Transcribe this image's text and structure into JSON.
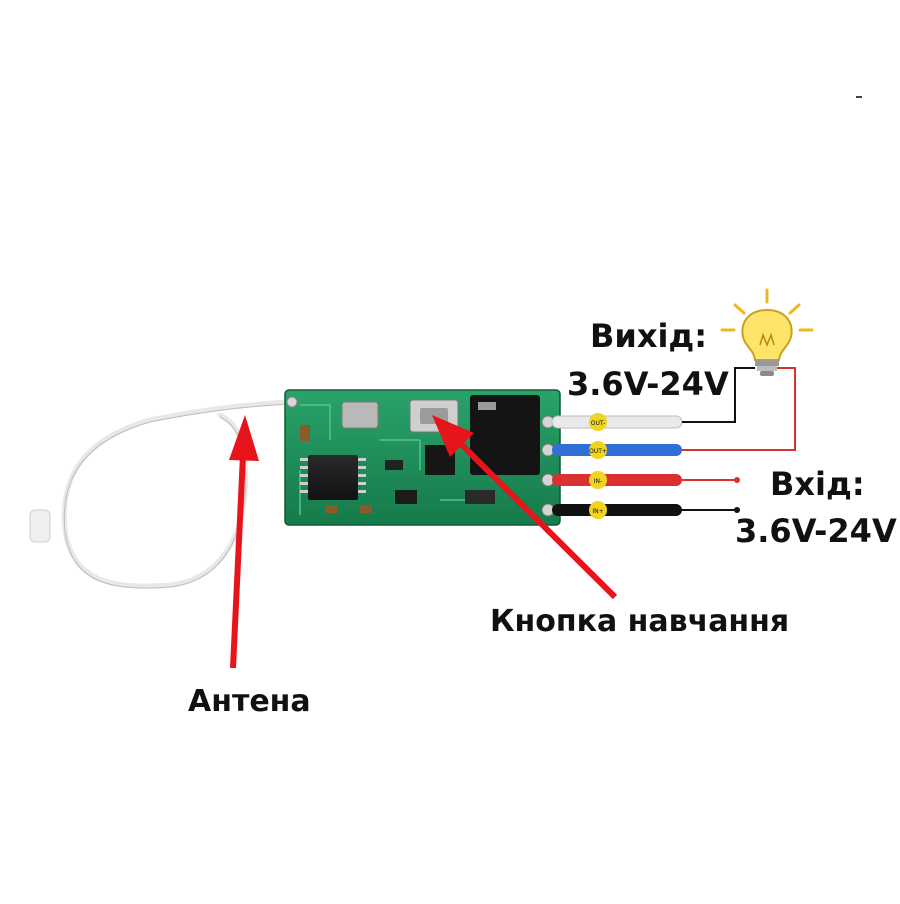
{
  "labels": {
    "output_title": "Вихід:",
    "output_range": "3.6V-24V",
    "input_title": "Вхід:",
    "input_range": "3.6V-24V",
    "learn_button": "Кнопка навчання",
    "antenna": "Антена"
  },
  "pin_labels": [
    "OUT-",
    "OUT+",
    "IN-",
    "IN+"
  ],
  "colors": {
    "pcb": "#1f8f5a",
    "arrow": "#e8141b",
    "wire_out_minus": "#e9e9e9",
    "wire_out_plus": "#2f6fd6",
    "wire_in_minus": "#d93030",
    "wire_in_plus": "#111111",
    "bulb": "#ffe46b"
  },
  "icons": [
    "light-bulb-icon"
  ]
}
